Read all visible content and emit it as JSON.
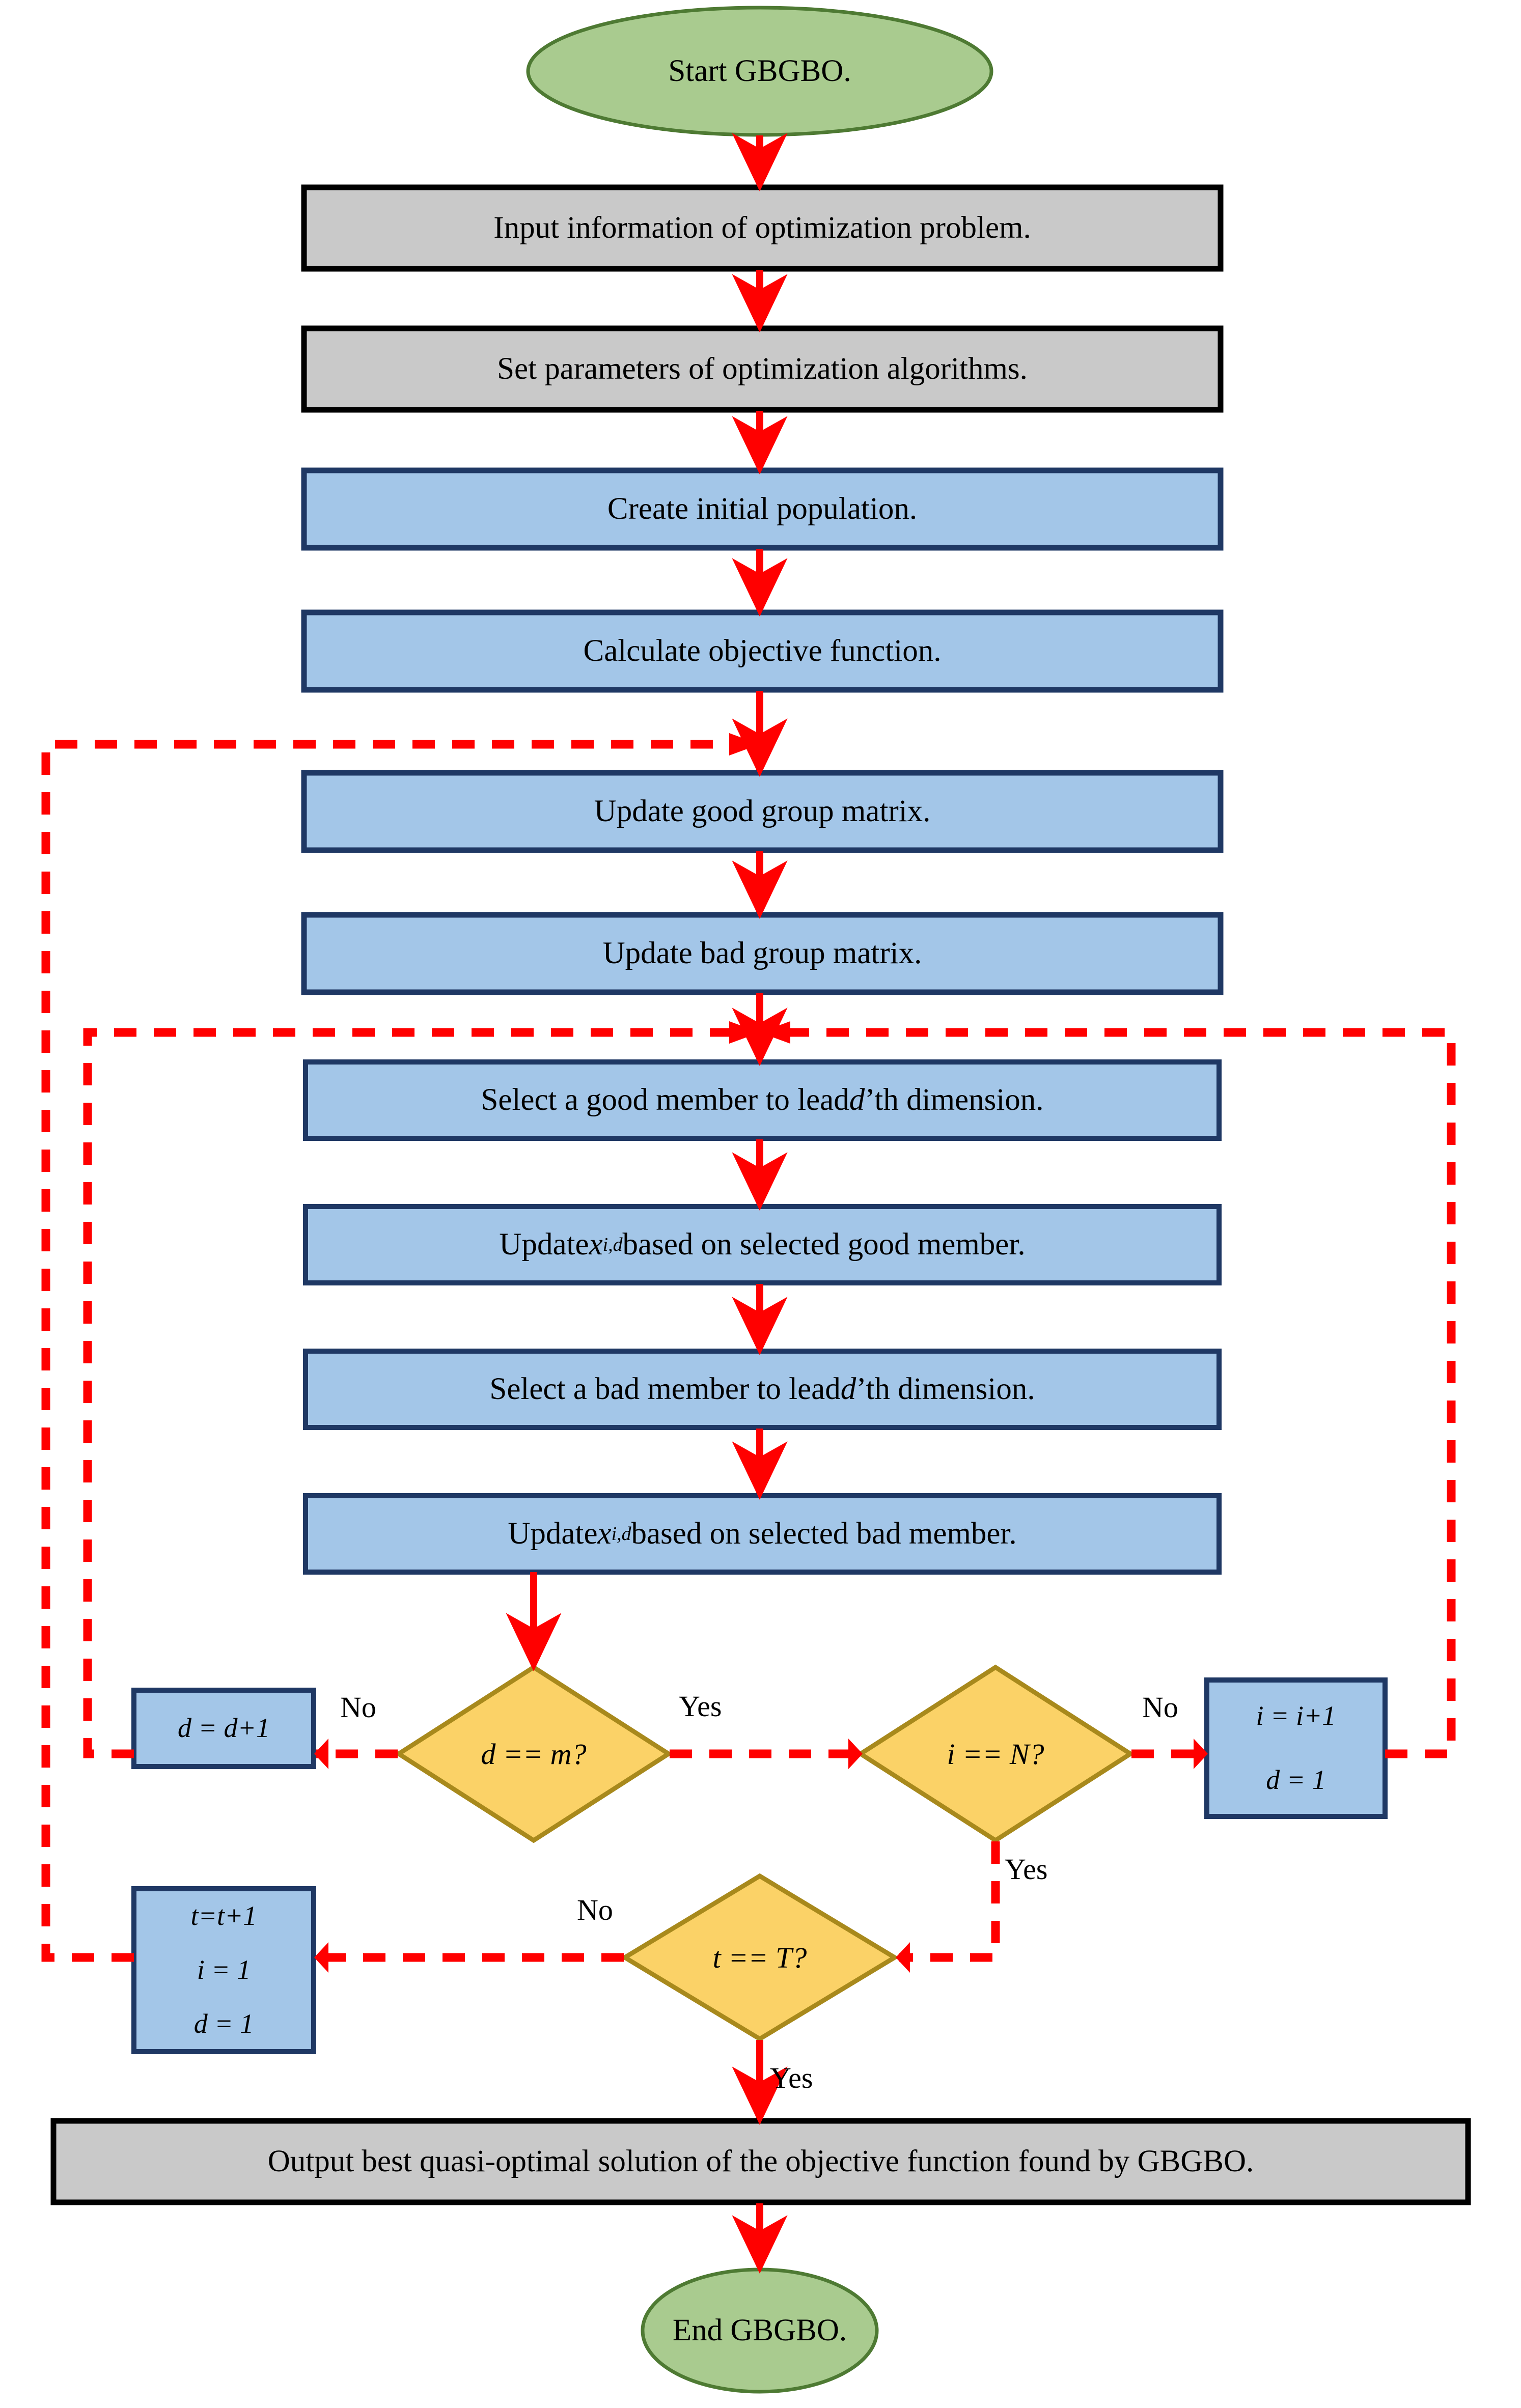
{
  "diagram": {
    "title": "GBGBO algorithm flowchart",
    "colors": {
      "terminator_fill": "#a9cb8f",
      "terminator_stroke": "#4e7a33",
      "io_fill": "#c9c9c9",
      "io_stroke": "#000000",
      "process_fill": "#a3c6e8",
      "process_stroke": "#1f3864",
      "decision_fill": "#fbd267",
      "decision_stroke": "#a8891c",
      "arrow": "#ff0000",
      "text": "#000000",
      "background": "#ffffff"
    },
    "nodes": {
      "start": {
        "shape": "terminator",
        "label": "Start GBGBO."
      },
      "input_info": {
        "shape": "io",
        "label": "Input information of optimization problem."
      },
      "set_params": {
        "shape": "io",
        "label": "Set parameters of optimization algorithms."
      },
      "create_pop": {
        "shape": "process",
        "label": "Create initial population."
      },
      "calc_obj": {
        "shape": "process",
        "label": "Calculate objective function."
      },
      "upd_good_matrix": {
        "shape": "process",
        "label": "Update good group matrix."
      },
      "upd_bad_matrix": {
        "shape": "process",
        "label": "Update bad group matrix."
      },
      "sel_good": {
        "shape": "process",
        "label_pre": "Select a good member to lead ",
        "label_var": "d",
        "label_post": "’th dimension."
      },
      "upd_x_good": {
        "shape": "process",
        "label_pre": "Update ",
        "label_var": "x",
        "label_sub": "i,d",
        "label_post": " based on selected good member."
      },
      "sel_bad": {
        "shape": "process",
        "label_pre": "Select a bad member to lead ",
        "label_var": "d",
        "label_post": "’th dimension."
      },
      "upd_x_bad": {
        "shape": "process",
        "label_pre": "Update ",
        "label_var": "x",
        "label_sub": "i,d",
        "label_post": " based on selected bad member."
      },
      "dec_d": {
        "shape": "decision",
        "label": "d == m?"
      },
      "dec_i": {
        "shape": "decision",
        "label": "i == N?"
      },
      "dec_t": {
        "shape": "decision",
        "label": "t == T?"
      },
      "inc_d": {
        "shape": "process",
        "lines": [
          "d = d+1"
        ]
      },
      "inc_i": {
        "shape": "process",
        "lines": [
          "i = i+1",
          "d = 1"
        ]
      },
      "inc_t": {
        "shape": "process",
        "lines": [
          "t=t+1",
          "i = 1",
          "d = 1"
        ]
      },
      "output": {
        "shape": "io",
        "label": "Output best quasi-optimal solution of the objective function found by GBGBO."
      },
      "end": {
        "shape": "terminator",
        "label": "End GBGBO."
      }
    },
    "edge_labels": {
      "d_no": "No",
      "d_yes": "Yes",
      "i_no": "No",
      "i_yes": "Yes",
      "t_no": "No",
      "t_yes": "Yes"
    }
  }
}
